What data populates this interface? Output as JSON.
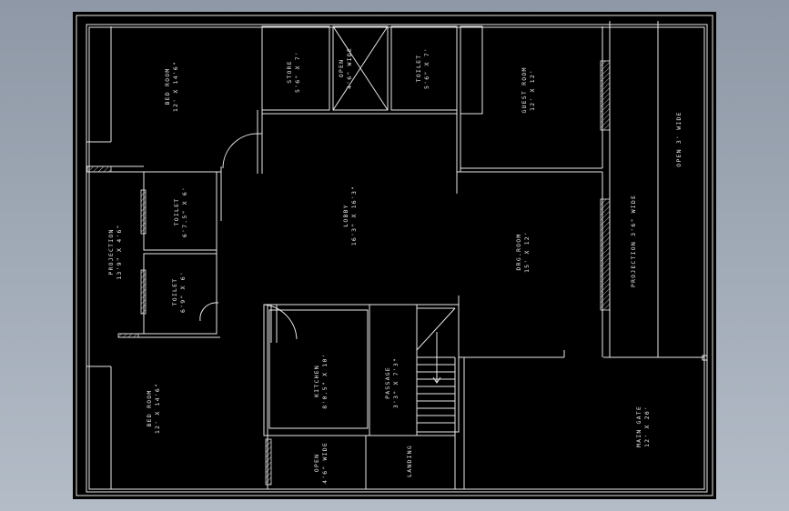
{
  "colors": {
    "background": "#000000",
    "lines": "#e8e8e8",
    "outside": "#9aa4b1"
  },
  "rooms": {
    "bed_room_top": {
      "name": "BED ROOM",
      "size": "12' X 14'6\""
    },
    "store": {
      "name": "STORE",
      "size": "5'6\" X 7'"
    },
    "open_top": {
      "name": "OPEN",
      "size": "4'6\" WIDE"
    },
    "toilet_top": {
      "name": "TOILET",
      "size": "5'6\" X 7'"
    },
    "guest_room": {
      "name": "GUEST ROOM",
      "size": "12' X 12'"
    },
    "open_right": {
      "name": "OPEN 3' WIDE"
    },
    "projection_right": {
      "name": "PROJECTION 3'6\" WIDE"
    },
    "toilet_mid1": {
      "name": "TOILET",
      "size": "6'7.5\" X 6'"
    },
    "toilet_mid2": {
      "name": "TOILET",
      "size": "6'9\" X 6'"
    },
    "projection_left": {
      "name": "PROJECTION",
      "size": "13'9\" X 4'6\""
    },
    "lobby": {
      "name": "LOBBY",
      "size": "16'3\" X 16'3\""
    },
    "drg_room": {
      "name": "DRG.ROOM",
      "size": "15' X 12'"
    },
    "kitchen": {
      "name": "KITCHEN",
      "size": "8'0.5\" X 10'"
    },
    "passage": {
      "name": "PASSAGE",
      "size": "3'3\" X 7'3\""
    },
    "bed_room_bottom": {
      "name": "BED ROOM",
      "size": "12' X 14'6\""
    },
    "open_bottom": {
      "name": "OPEN",
      "size": "4'6\" WIDE"
    },
    "landing": {
      "name": "LANDING"
    },
    "main_gate": {
      "name": "MAIN GATE",
      "size": "12' X 20'"
    }
  }
}
